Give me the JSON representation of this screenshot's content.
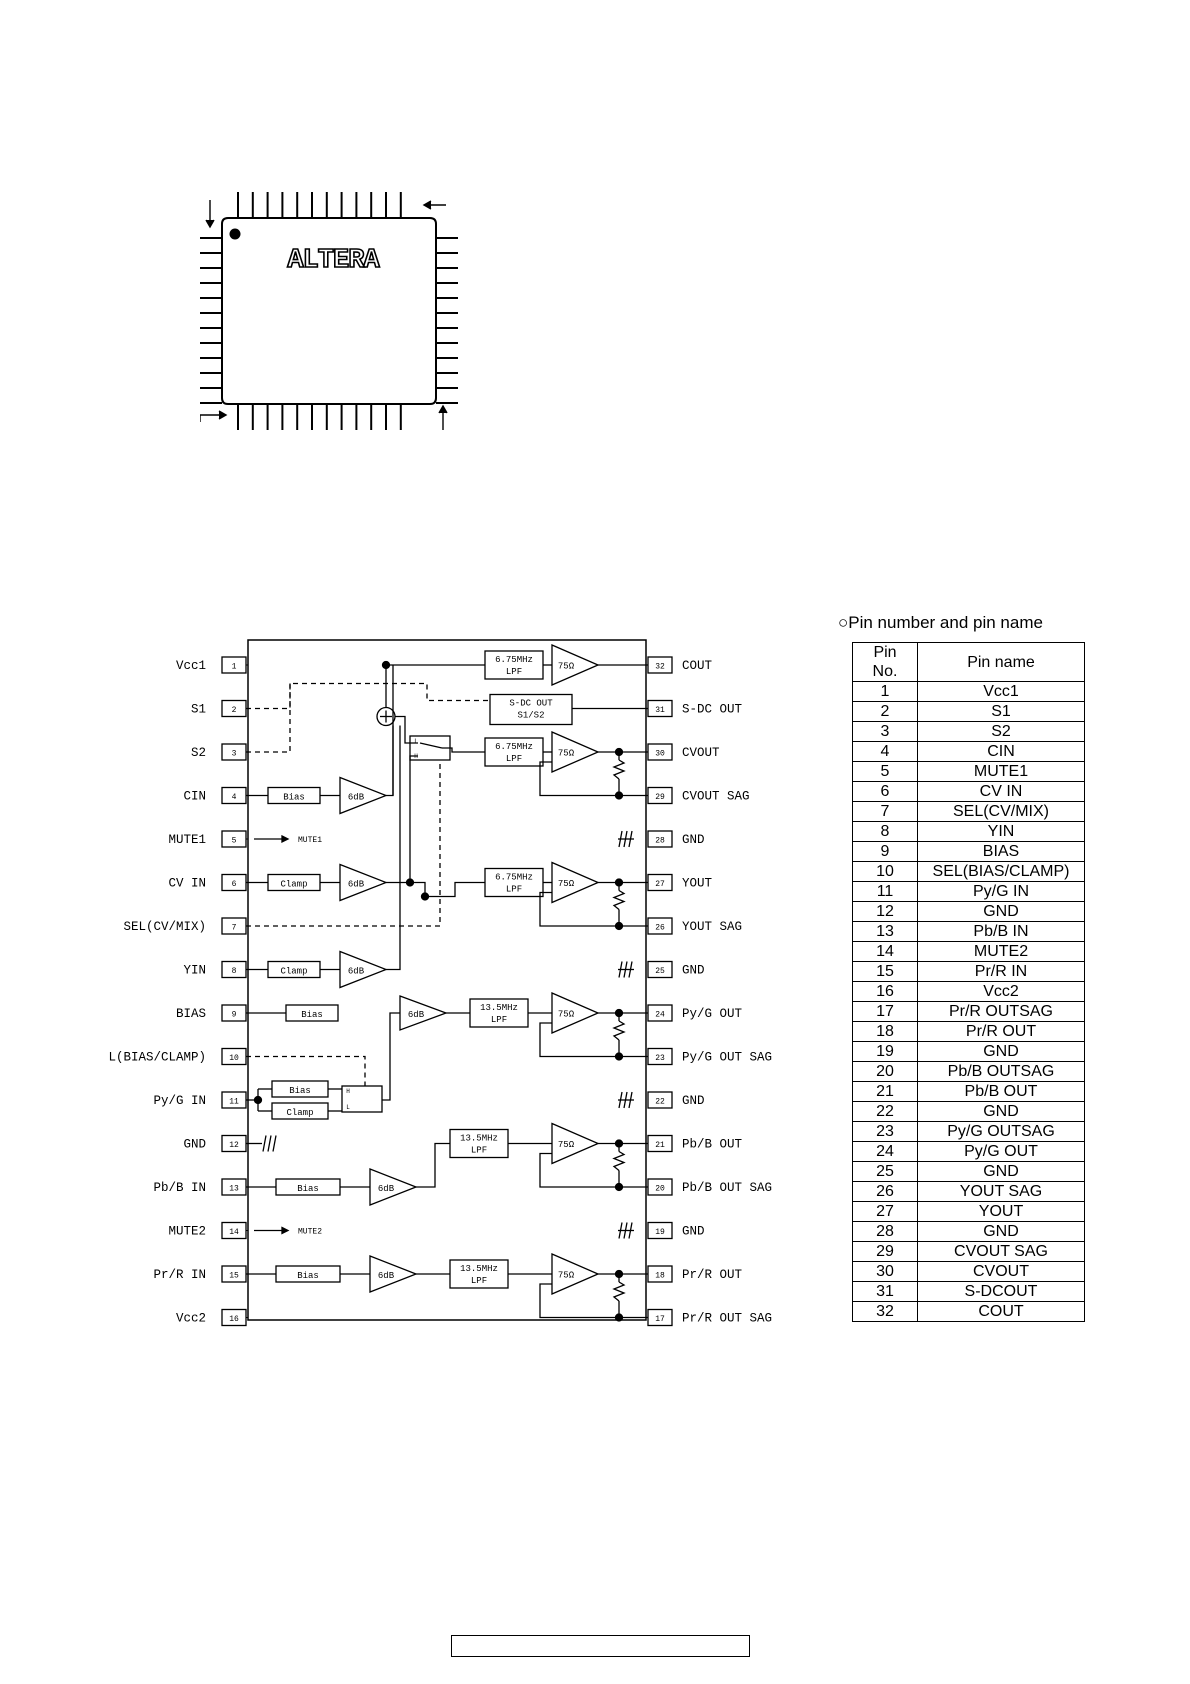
{
  "chip": {
    "logo": "ALTERA"
  },
  "block_diagram": {
    "left_pins": [
      {
        "no": "1",
        "name": "Vcc1"
      },
      {
        "no": "2",
        "name": "S1"
      },
      {
        "no": "3",
        "name": "S2"
      },
      {
        "no": "4",
        "name": "CIN"
      },
      {
        "no": "5",
        "name": "MUTE1"
      },
      {
        "no": "6",
        "name": "CV IN"
      },
      {
        "no": "7",
        "name": "SEL(CV/MIX)"
      },
      {
        "no": "8",
        "name": "YIN"
      },
      {
        "no": "9",
        "name": "BIAS"
      },
      {
        "no": "10",
        "name": "L(BIAS/CLAMP)"
      },
      {
        "no": "11",
        "name": "Py/G IN"
      },
      {
        "no": "12",
        "name": "GND"
      },
      {
        "no": "13",
        "name": "Pb/B IN"
      },
      {
        "no": "14",
        "name": "MUTE2"
      },
      {
        "no": "15",
        "name": "Pr/R IN"
      },
      {
        "no": "16",
        "name": "Vcc2"
      }
    ],
    "right_pins": [
      {
        "no": "32",
        "name": "COUT"
      },
      {
        "no": "31",
        "name": "S-DC OUT"
      },
      {
        "no": "30",
        "name": "CVOUT"
      },
      {
        "no": "29",
        "name": "CVOUT SAG"
      },
      {
        "no": "28",
        "name": "GND"
      },
      {
        "no": "27",
        "name": "YOUT"
      },
      {
        "no": "26",
        "name": "YOUT SAG"
      },
      {
        "no": "25",
        "name": "GND"
      },
      {
        "no": "24",
        "name": "Py/G OUT"
      },
      {
        "no": "23",
        "name": "Py/G OUT SAG"
      },
      {
        "no": "22",
        "name": "GND"
      },
      {
        "no": "21",
        "name": "Pb/B OUT"
      },
      {
        "no": "20",
        "name": "Pb/B OUT SAG"
      },
      {
        "no": "19",
        "name": "GND"
      },
      {
        "no": "18",
        "name": "Pr/R OUT"
      },
      {
        "no": "17",
        "name": "Pr/R OUT SAG"
      }
    ],
    "labels": {
      "lpf_675": "6.75MHz",
      "lpf_135": "13.5MHz",
      "lpf": "LPF",
      "amp_75": "75Ω",
      "gain_6db": "6dB",
      "bias": "Bias",
      "clamp": "Clamp",
      "sdc_line1": "S-DC OUT",
      "sdc_line2": "S1/S2",
      "mute1": "MUTE1",
      "mute2": "MUTE2",
      "sw_h": "H",
      "sw_l": "L"
    }
  },
  "pin_table": {
    "title": "○Pin number and pin name",
    "header_no": "Pin No.",
    "header_name": "Pin name",
    "rows": [
      [
        "1",
        "Vcc1"
      ],
      [
        "2",
        "S1"
      ],
      [
        "3",
        "S2"
      ],
      [
        "4",
        "CIN"
      ],
      [
        "5",
        "MUTE1"
      ],
      [
        "6",
        "CV IN"
      ],
      [
        "7",
        "SEL(CV/MIX)"
      ],
      [
        "8",
        "YIN"
      ],
      [
        "9",
        "BIAS"
      ],
      [
        "10",
        "SEL(BIAS/CLAMP)"
      ],
      [
        "11",
        "Py/G IN"
      ],
      [
        "12",
        "GND"
      ],
      [
        "13",
        "Pb/B IN"
      ],
      [
        "14",
        "MUTE2"
      ],
      [
        "15",
        "Pr/R IN"
      ],
      [
        "16",
        "Vcc2"
      ],
      [
        "17",
        "Pr/R OUTSAG"
      ],
      [
        "18",
        "Pr/R OUT"
      ],
      [
        "19",
        "GND"
      ],
      [
        "20",
        "Pb/B OUTSAG"
      ],
      [
        "21",
        "Pb/B OUT"
      ],
      [
        "22",
        "GND"
      ],
      [
        "23",
        "Py/G OUTSAG"
      ],
      [
        "24",
        "Py/G OUT"
      ],
      [
        "25",
        "GND"
      ],
      [
        "26",
        "YOUT SAG"
      ],
      [
        "27",
        "YOUT"
      ],
      [
        "28",
        "GND"
      ],
      [
        "29",
        "CVOUT SAG"
      ],
      [
        "30",
        "CVOUT"
      ],
      [
        "31",
        "S-DCOUT"
      ],
      [
        "32",
        "COUT"
      ]
    ]
  }
}
